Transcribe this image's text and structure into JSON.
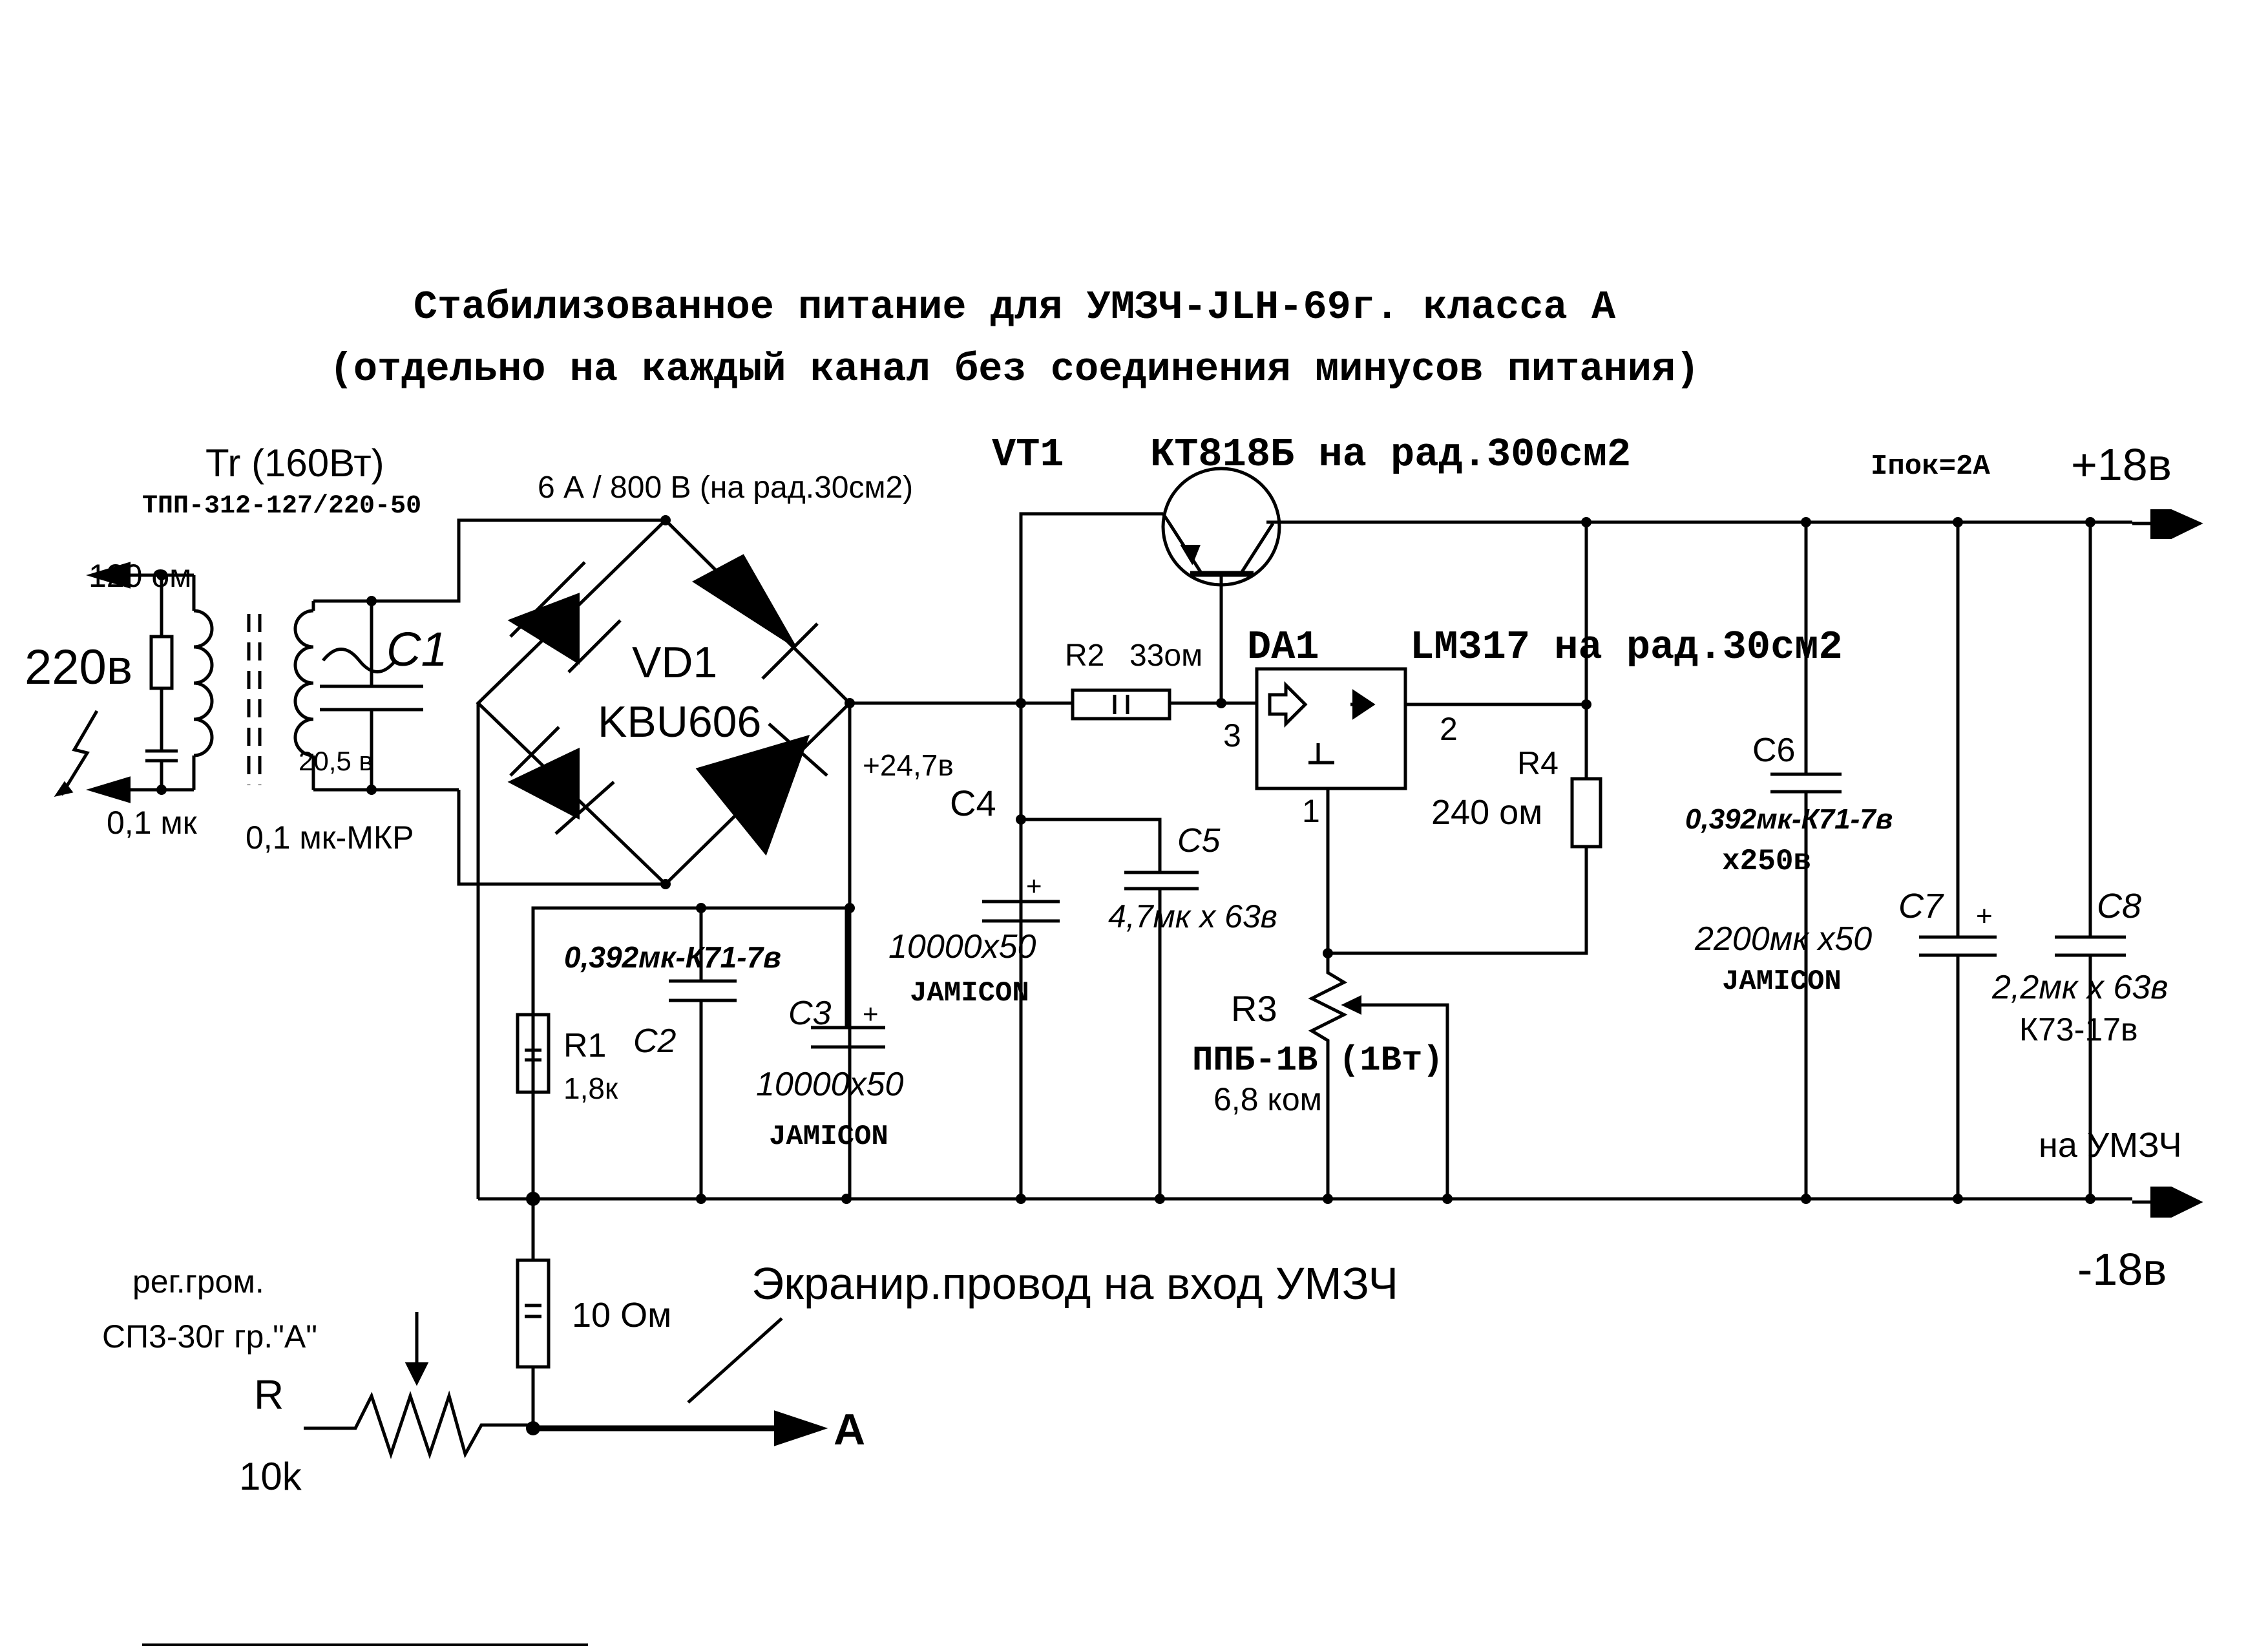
{
  "title": {
    "line1": "Стабилизованное питание для УМЗЧ-JLH-69г. класса А",
    "line2": "(отдельно на каждый канал без соединения минусов питания)"
  },
  "transformer": {
    "label": "Tr (160Вт)",
    "model": "ТПП-312-127/220-50",
    "input_voltage": "220в",
    "resistor": "120 ом",
    "capacitor": "0,1 мк",
    "secondary_voltage": "20,5 в",
    "snubber": "0,1 мк-МКР"
  },
  "c1": {
    "ref": "C1"
  },
  "bridge": {
    "rating": "6 А / 800 В (на рад.30см2)",
    "ref": "VD1",
    "part": "KBU606",
    "output_voltage": "+24,7в"
  },
  "transistor": {
    "ref": "VT1",
    "part": "КТ818Б на рад.300см2"
  },
  "quiescent": "Iпок=2А",
  "output_plus": "+18в",
  "output_minus": "-18в",
  "output_note": "на УМЗЧ",
  "regulator": {
    "ref": "DA1",
    "part": "LM317 на рад.30см2",
    "pin1": "1",
    "pin2": "2",
    "pin3": "3"
  },
  "r2": {
    "ref": "R2",
    "value": "33ом"
  },
  "r4": {
    "ref": "R4",
    "value": "240 ом"
  },
  "r3": {
    "ref": "R3",
    "part": "ППБ-1В (1Вт)",
    "value": "6,8 ком"
  },
  "r1": {
    "ref": "R1",
    "value": "1,8к"
  },
  "c2": {
    "ref": "C2",
    "value": "0,392мк-К71-7в"
  },
  "c3": {
    "ref": "C3",
    "value": "10000х50",
    "brand": "JAMICON"
  },
  "c4": {
    "ref": "C4",
    "value": "10000х50",
    "brand": "JAMICON"
  },
  "c5": {
    "ref": "C5",
    "value": "4,7мк х 63в"
  },
  "c6": {
    "ref": "C6",
    "value": "0,392мк-К71-7в",
    "voltage": "х250в"
  },
  "c7": {
    "ref": "C7",
    "value": "2200мк х50",
    "brand": "JAMICON"
  },
  "c8": {
    "ref": "C8",
    "value": "2,2мк х 63в",
    "part": "К73-17в"
  },
  "volume": {
    "label1": "рег.гром.",
    "label2": "СП3-30г гр.\"А\"",
    "ref": "R",
    "value": "10k"
  },
  "r10": {
    "value": "10 Ом"
  },
  "shielded": "Экранир.провод на вход УМЗЧ",
  "input_a": "А"
}
